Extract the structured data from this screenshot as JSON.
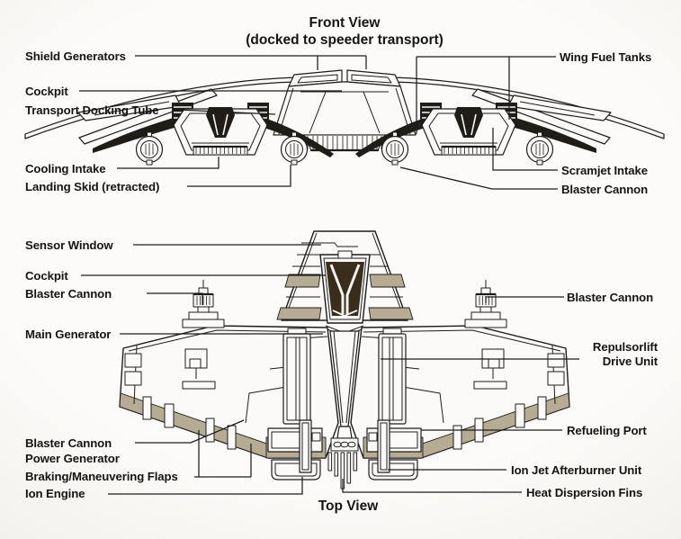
{
  "front_view": {
    "title": "Front View",
    "subtitle": "(docked to speeder transport)",
    "labels": {
      "shield_generators": "Shield Generators",
      "cockpit": "Cockpit",
      "transport_docking_tube": "Transport Docking Tube",
      "cooling_intake": "Cooling Intake",
      "landing_skid": "Landing Skid (retracted)",
      "wing_fuel_tanks": "Wing Fuel Tanks",
      "scramjet_intake": "Scramjet Intake",
      "blaster_cannon": "Blaster Cannon"
    }
  },
  "top_view": {
    "title": "Top View",
    "labels": {
      "sensor_window": "Sensor Window",
      "cockpit": "Cockpit",
      "blaster_cannon_left": "Blaster Cannon",
      "main_generator": "Main Generator",
      "blaster_cannon_right": "Blaster Cannon",
      "repulsorlift_line1": "Repulsorlift",
      "repulsorlift_line2": "Drive Unit",
      "refueling_port": "Refueling Port",
      "power_generator_line1": "Blaster Cannon",
      "power_generator_line2": "Power Generator",
      "braking_flaps": "Braking/Maneuvering Flaps",
      "ion_engine": "Ion Engine",
      "ion_jet_afterburner": "Ion Jet Afterburner Unit",
      "heat_dispersion_fins": "Heat Dispersion Fins"
    }
  },
  "colors": {
    "ink": "#1c1c1c",
    "paper": "#fbfaf8",
    "flap_tan": "#b6ac93",
    "canopy_glass": "#3a2d1b"
  }
}
